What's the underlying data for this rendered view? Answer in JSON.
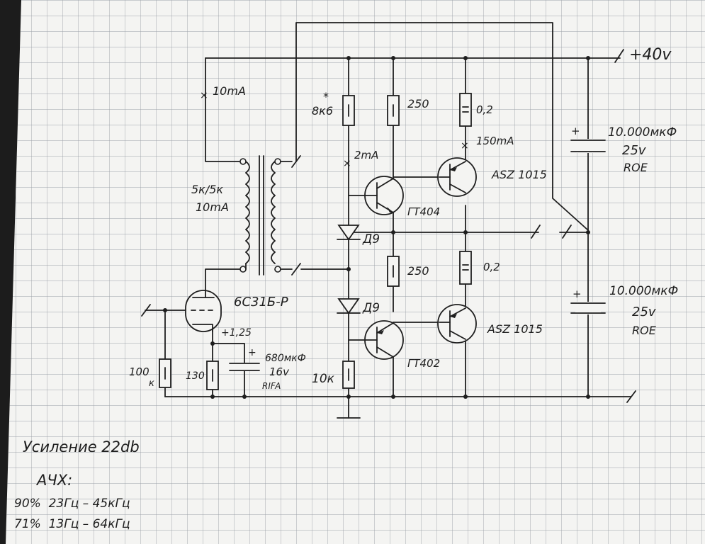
{
  "colors": {
    "paper": "#f4f4f2",
    "grid": "#9aa0a8",
    "ink": "#1e1e1e",
    "backdrop": "#1c1c1c"
  },
  "labels": {
    "supply": "+40v",
    "r_8k6": "8к6",
    "r_8k6_mark": "*",
    "cur_10ma_top": "10mA",
    "cur_2ma": "2mA",
    "r_250_top": "250",
    "r_02_top": "0,2",
    "cur_150ma": "150mA",
    "cap_top_value": "10.000мкФ",
    "cap_top_voltage": "25v",
    "cap_top_type": "ROE",
    "cap_plus": "+",
    "trafo_ratio": "5к/5к",
    "trafo_current": "10mA",
    "q_out_top": "ASZ 1015",
    "q_drv_top": "ГТ404",
    "diode_1": "Д9",
    "diode_2": "Д9",
    "r_250_bottom": "250",
    "r_02_bottom": "0,2",
    "cap_bot_value": "10.000мкФ",
    "cap_bot_voltage": "25v",
    "cap_bot_type": "ROE",
    "tube": "6С31Б-Р",
    "cathode_v": "+1,25",
    "cap_cathode_value": "680мкФ",
    "cap_cathode_voltage": "16v",
    "cap_cathode_type": "RIFA",
    "r_100k_value": "100",
    "r_100k_unit": "к",
    "r_130": "130",
    "r_10k": "10к",
    "q_out_bottom": "ASZ 1015",
    "q_drv_bottom": "ГТ402"
  },
  "notes": {
    "gain": "Усиление 22db",
    "freq_title": "АЧХ:",
    "freq_row1": "90%  23Гц – 45кГц",
    "freq_row2": "71%  13Гц – 64кГц"
  }
}
